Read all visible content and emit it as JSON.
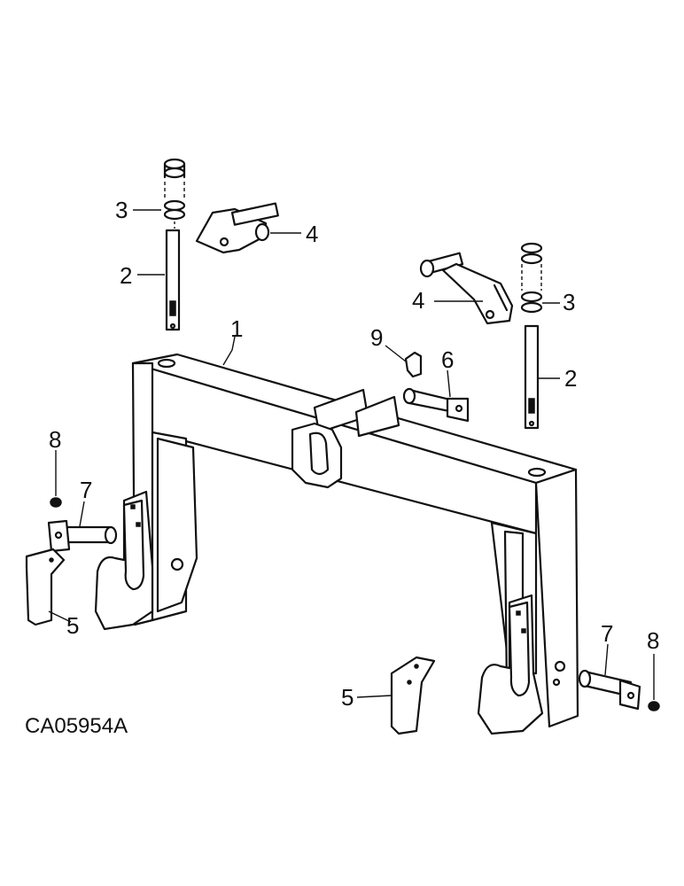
{
  "callouts": {
    "c1": "1",
    "c2_left": "2",
    "c2_right": "2",
    "c3_left": "3",
    "c3_right": "3",
    "c4_left": "4",
    "c4_right": "4",
    "c5_left": "5",
    "c5_right": "5",
    "c6": "6",
    "c7_left": "7",
    "c7_right": "7",
    "c8_left": "8",
    "c8_right": "8",
    "c9": "9"
  },
  "figure_code": "CA05954A"
}
